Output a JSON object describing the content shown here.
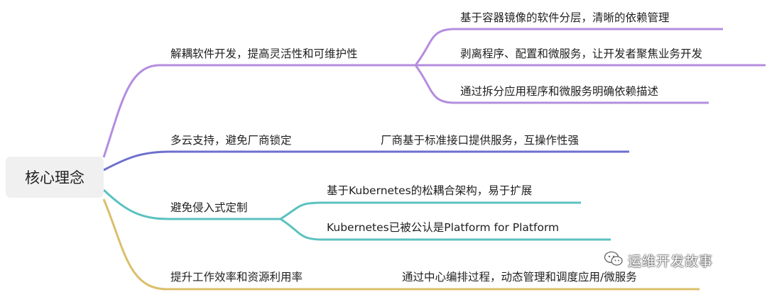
{
  "root": {
    "label": "核心理念"
  },
  "colors": {
    "purple": "#b48ddf",
    "blue": "#6d6fce",
    "teal": "#5bc2bf",
    "gold": "#dbbf6a"
  },
  "branches": [
    {
      "label": "解耦软件开发，提高灵活性和可维护性",
      "color": "purple",
      "children": [
        "基于容器镜像的软件分层，清晰的依赖管理",
        "剥离程序、配置和微服务，让开发者聚焦业务开发",
        "通过拆分应用程序和微服务明确依赖描述"
      ]
    },
    {
      "label": "多云支持，避免厂商锁定",
      "color": "blue",
      "children": [
        "厂商基于标准接口提供服务，互操作性强"
      ]
    },
    {
      "label": "避免侵入式定制",
      "color": "teal",
      "children": [
        "基于Kubernetes的松耦合架构，易于扩展",
        "Kubernetes已被公认是Platform for Platform"
      ]
    },
    {
      "label": "提升工作效率和资源利用率",
      "color": "gold",
      "children": [
        "通过中心编排过程，动态管理和调度应用/微服务"
      ]
    }
  ],
  "watermark": {
    "text": "运维开发故事",
    "icon": "wechat-icon"
  }
}
